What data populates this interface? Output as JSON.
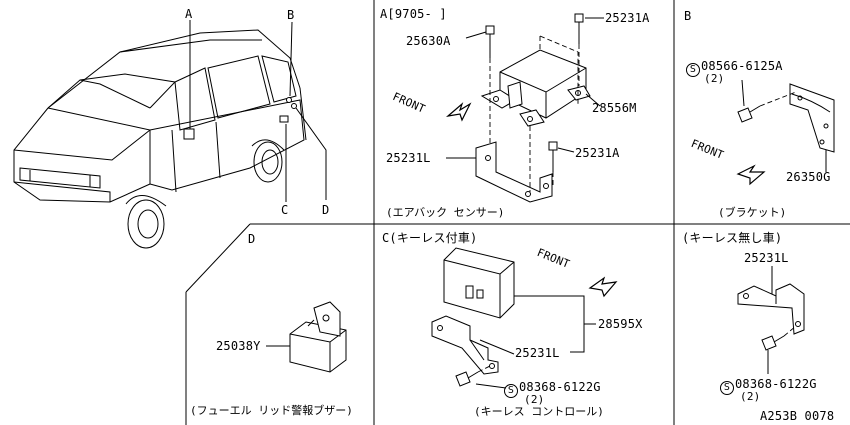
{
  "panels": {
    "vehicle": {
      "callouts": [
        "A",
        "B",
        "C",
        "D"
      ]
    },
    "sensor": {
      "heading": "A[9705-    ]",
      "parts": {
        "bolt_top_left": "25630A",
        "bolt_top_right": "25231A",
        "sensor_unit": "28556M",
        "bracket": "25231L",
        "bolt_lower": "25231A"
      },
      "front_label": "FRONT",
      "caption": "(エアバック センサー)"
    },
    "bracket_b": {
      "heading": "B",
      "screw_part": "08566-6125A",
      "screw_qty": "(2)",
      "bracket_part": "26350G",
      "front_label": "FRONT",
      "caption": "(ブラケット)",
      "screw_symbol": "S"
    },
    "buzzer_d": {
      "heading": "D",
      "part": "25038Y",
      "caption": "(フューエル リッド警報ブザー)"
    },
    "keyless_c": {
      "heading": "C(キーレス付車)",
      "unit_part": "28595X",
      "bracket_part": "25231L",
      "screw_part": "08368-6122G",
      "screw_qty": "(2)",
      "front_label": "FRONT",
      "caption": "(キーレス  コントロール)",
      "screw_symbol": "S"
    },
    "no_keyless": {
      "heading": "(キーレス無し車)",
      "bracket_part": "25231L",
      "screw_part": "08368-6122G",
      "screw_qty": "(2)",
      "screw_symbol": "S"
    }
  },
  "figure_code": "A253B 0078"
}
